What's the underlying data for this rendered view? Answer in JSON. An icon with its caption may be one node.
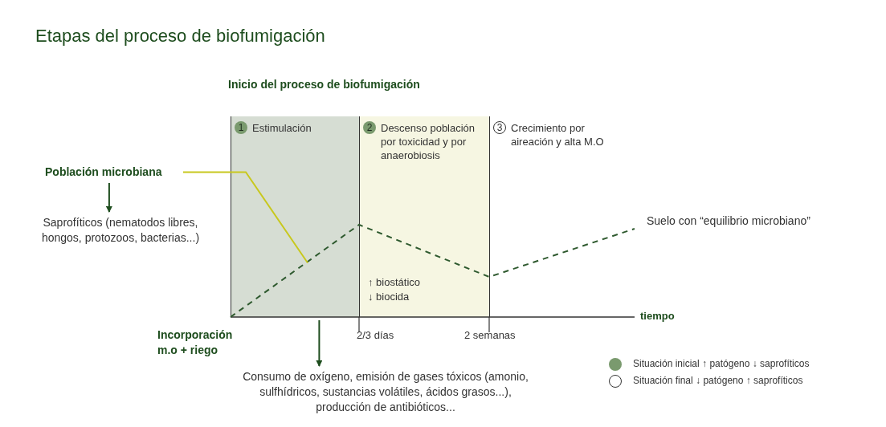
{
  "diagram": {
    "title": "Etapas del proceso de biofumigación",
    "nodes": [
      {
        "text": [
          "1",
          "Estimulación"
        ]
      },
      {
        "text": [
          "2",
          "Descenso población por toxicidad y por anaerobiosis"
        ]
      },
      {
        "text": [
          "3",
          "Crecimiento por aireación y alta M.O"
        ]
      },
      {
        "text": [
          "Población microbiana"
        ]
      },
      {
        "text": [
          "Saprofíticos (nematodos libres, hongos, protozoos, bacterias...)"
        ]
      },
      {
        "text": [
          "Incorporación m.o + riego"
        ]
      },
      {
        "text": [
          "Consumo de oxígeno, emisión de gases tóxicos (amonio, sulfhídricos, sustancias volátiles, ácidos grasos...), producción de antibióticos..."
        ]
      },
      {
        "text": [
          "Suelo con “equilibrio microbiano”"
        ]
      }
    ],
    "edges": [
      {
        "from": 3,
        "to": 4,
        "arrow": "to"
      },
      {
        "from": 3,
        "to": 0,
        "arrow": "none",
        "color": "#c8c81e"
      },
      {
        "from": 0,
        "to": 6,
        "arrow": "to"
      }
    ],
    "labels": [
      "Inicio del proceso de biofumigación",
      "↑ biostático",
      "↓ biocida",
      "tiempo",
      "2/3 días",
      "2 semanas"
    ],
    "legend": [
      {
        "text": "Situación inicial ↑ patógeno ↓ saprofíticos",
        "color": "#7a9a6e"
      },
      {
        "text": "Situación final ↓ patógeno ↑ saprofíticos"
      }
    ]
  }
}
